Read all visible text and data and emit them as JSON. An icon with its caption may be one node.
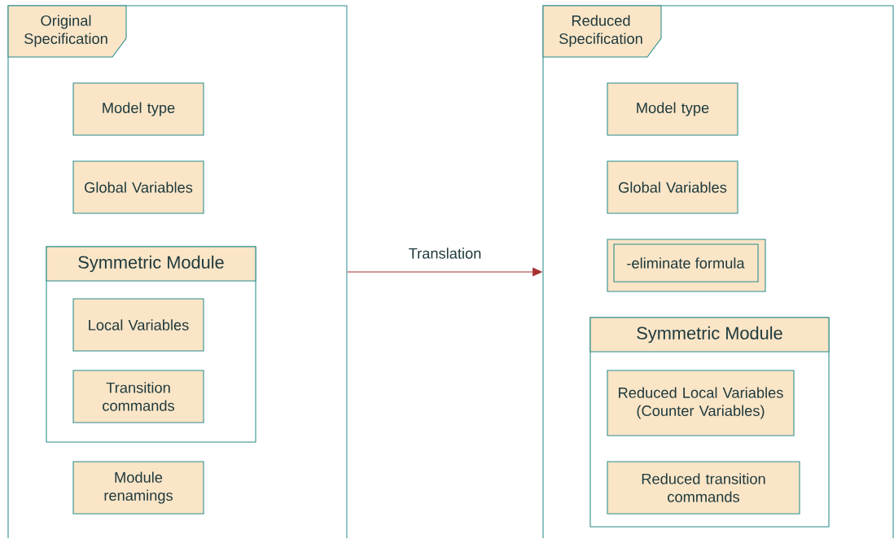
{
  "diagram": {
    "nodes": [
      {
        "text": [
          "Original Specification"
        ]
      },
      {
        "text": [
          "Model type"
        ],
        "in": 0
      },
      {
        "text": [
          "Global Variables"
        ],
        "in": 0
      },
      {
        "text": [
          "Symmetric Module"
        ],
        "in": 0
      },
      {
        "text": [
          "Local Variables"
        ],
        "in": 3
      },
      {
        "text": [
          "Transition commands"
        ],
        "in": 3
      },
      {
        "text": [
          "Module renamings"
        ],
        "in": 0
      },
      {
        "text": [
          "Reduced Specification"
        ]
      },
      {
        "text": [
          "Model type"
        ],
        "in": 7
      },
      {
        "text": [
          "Global Variables"
        ],
        "in": 7
      },
      {
        "text": [
          "-eliminate formula"
        ],
        "in": 7
      },
      {
        "text": [
          "Symmetric Module"
        ],
        "in": 7
      },
      {
        "text": [
          "Reduced Local Variables (Counter Variables)"
        ],
        "in": 11
      },
      {
        "text": [
          "Reduced transition commands"
        ],
        "in": 11
      }
    ],
    "edges": [
      {
        "from": 0,
        "to": 7,
        "arrow": "to",
        "label": "Translation",
        "color": "#a83232"
      }
    ]
  }
}
